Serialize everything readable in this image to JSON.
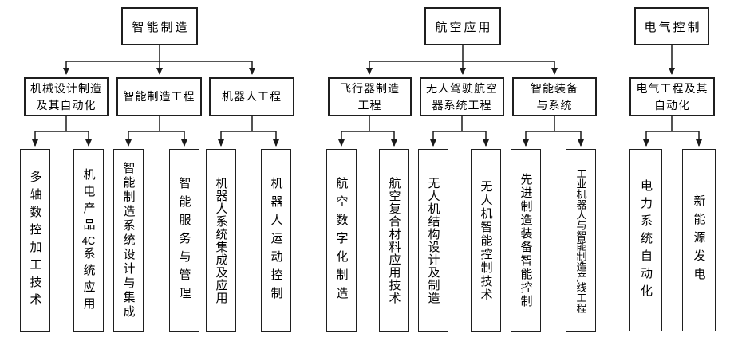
{
  "diagram": {
    "background": "#ffffff",
    "line_color": "#1a1a1a",
    "box_border_color": "#1f1f1f",
    "trees": [
      {
        "root": "智能制造",
        "branches": [
          {
            "lines": [
              "机械设计制造",
              "及其自动化"
            ]
          },
          {
            "lines": [
              "智能制造工程"
            ]
          },
          {
            "lines": [
              "机器人工程"
            ]
          }
        ],
        "leaves": [
          {
            "label": "多轴数控加工技术"
          },
          {
            "parts": [
              "机电产品",
              "4C",
              "系统应用"
            ]
          },
          {
            "label": "智能制造系统设计与集成"
          },
          {
            "label": "智能服务与管理"
          },
          {
            "label": "机器人系统集成及应用"
          },
          {
            "label": "机器人运动控制"
          }
        ]
      },
      {
        "root": "航空应用",
        "branches": [
          {
            "lines": [
              "飞行器制造",
              "工程"
            ]
          },
          {
            "lines": [
              "无人驾驶航空",
              "器系统工程"
            ]
          },
          {
            "lines": [
              "智能装备",
              "与系统"
            ]
          }
        ],
        "leaves": [
          {
            "label": "航空数字化制造"
          },
          {
            "label": "航空复合材料应用技术"
          },
          {
            "label": "无人机结构设计及制造"
          },
          {
            "label": "无人机智能控制技术"
          },
          {
            "label": "先进制造装备智能控制"
          },
          {
            "label": "工业机器人与智能制造产线工程"
          }
        ]
      },
      {
        "root": "电气控制",
        "branches": [
          {
            "lines": [
              "电气工程及其",
              "自动化"
            ]
          }
        ],
        "leaves": [
          {
            "label": "电力系统自动化"
          },
          {
            "label": "新能源发电"
          }
        ]
      }
    ]
  }
}
